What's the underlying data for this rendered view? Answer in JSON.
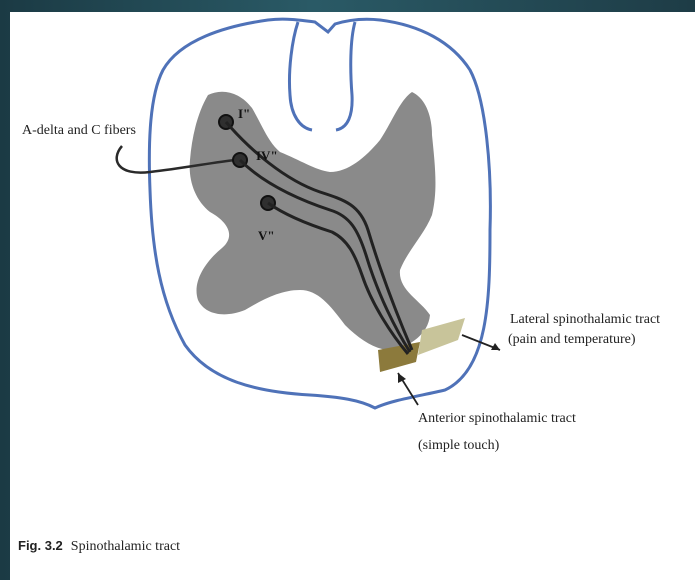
{
  "labels": {
    "fibers": "A-delta and C fibers",
    "lamina_1": "I\"",
    "lamina_4": "IV\"",
    "lamina_5": "V\"",
    "lateral_tract": "Lateral spinothalamic tract",
    "lateral_note": "(pain and temperature)",
    "anterior_tract": "Anterior spinothalamic tract",
    "anterior_note": "(simple touch)"
  },
  "caption": {
    "figure": "Fig. 3.2",
    "title": "Spinothalamic tract"
  },
  "colors": {
    "cord_outline": "#4f72b8",
    "gray_matter": "#8a8a8a",
    "fibers": "#2a2a2a",
    "tract_lateral": "#c8c49a",
    "tract_anterior": "#8c7a3c"
  }
}
